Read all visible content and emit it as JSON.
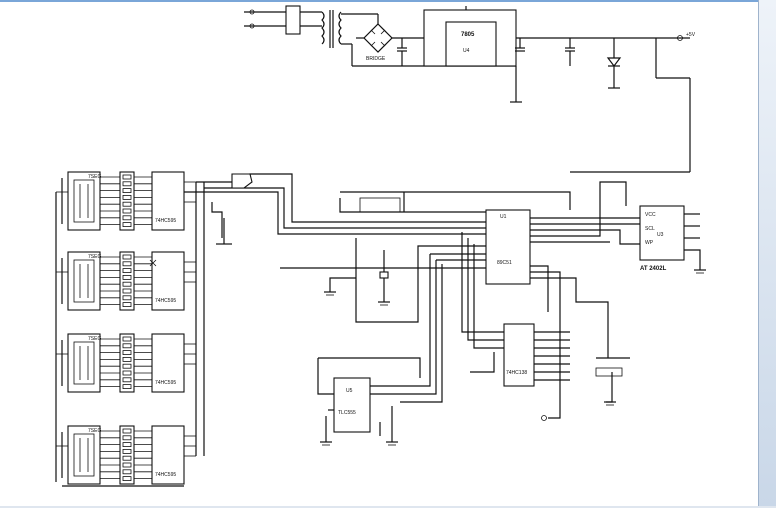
{
  "labels": {
    "reg": "7805",
    "reg_id": "U4",
    "eeprom_part": "AT 2402L",
    "eeprom_id": "U3",
    "eeprom_vcc": "VCC",
    "eeprom_scl": "SCL",
    "eeprom_wp": "WP",
    "mcu": "89C51",
    "mcu_id": "U1",
    "decoder": "74HC138",
    "timer": "TLC555",
    "timer_id": "U5",
    "seg": "7SEG",
    "drv": "74HC595",
    "vcc": "VCC",
    "bridge": "BRIDGE",
    "out": "+5V"
  },
  "colors": {
    "line": "#111111",
    "frame": "#7aa6d8",
    "bg": "#ffffff"
  }
}
